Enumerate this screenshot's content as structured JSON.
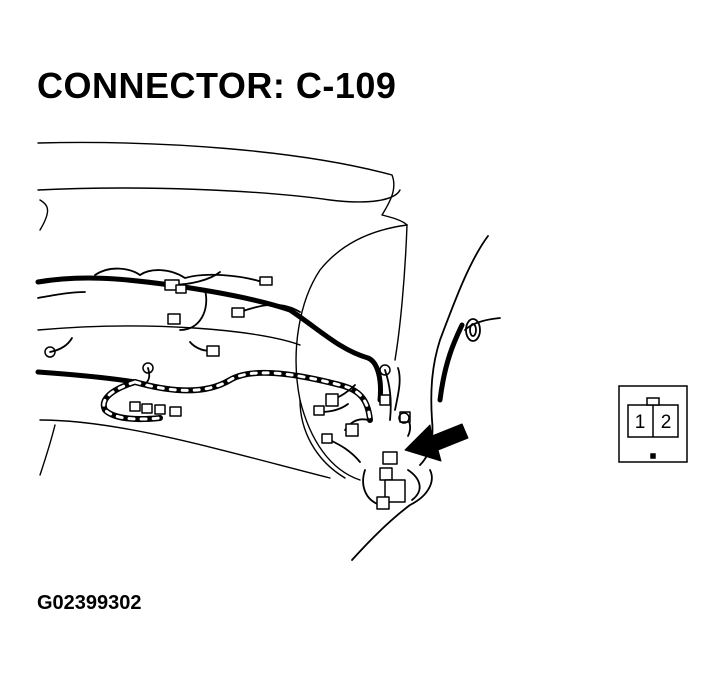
{
  "title": "CONNECTOR: C-109",
  "figure_id": "G02399302",
  "connector": {
    "pins": [
      "1",
      "2"
    ]
  },
  "icons": {
    "locator_arrow": "arrow-icon",
    "face_view": "connector-face-icon"
  }
}
